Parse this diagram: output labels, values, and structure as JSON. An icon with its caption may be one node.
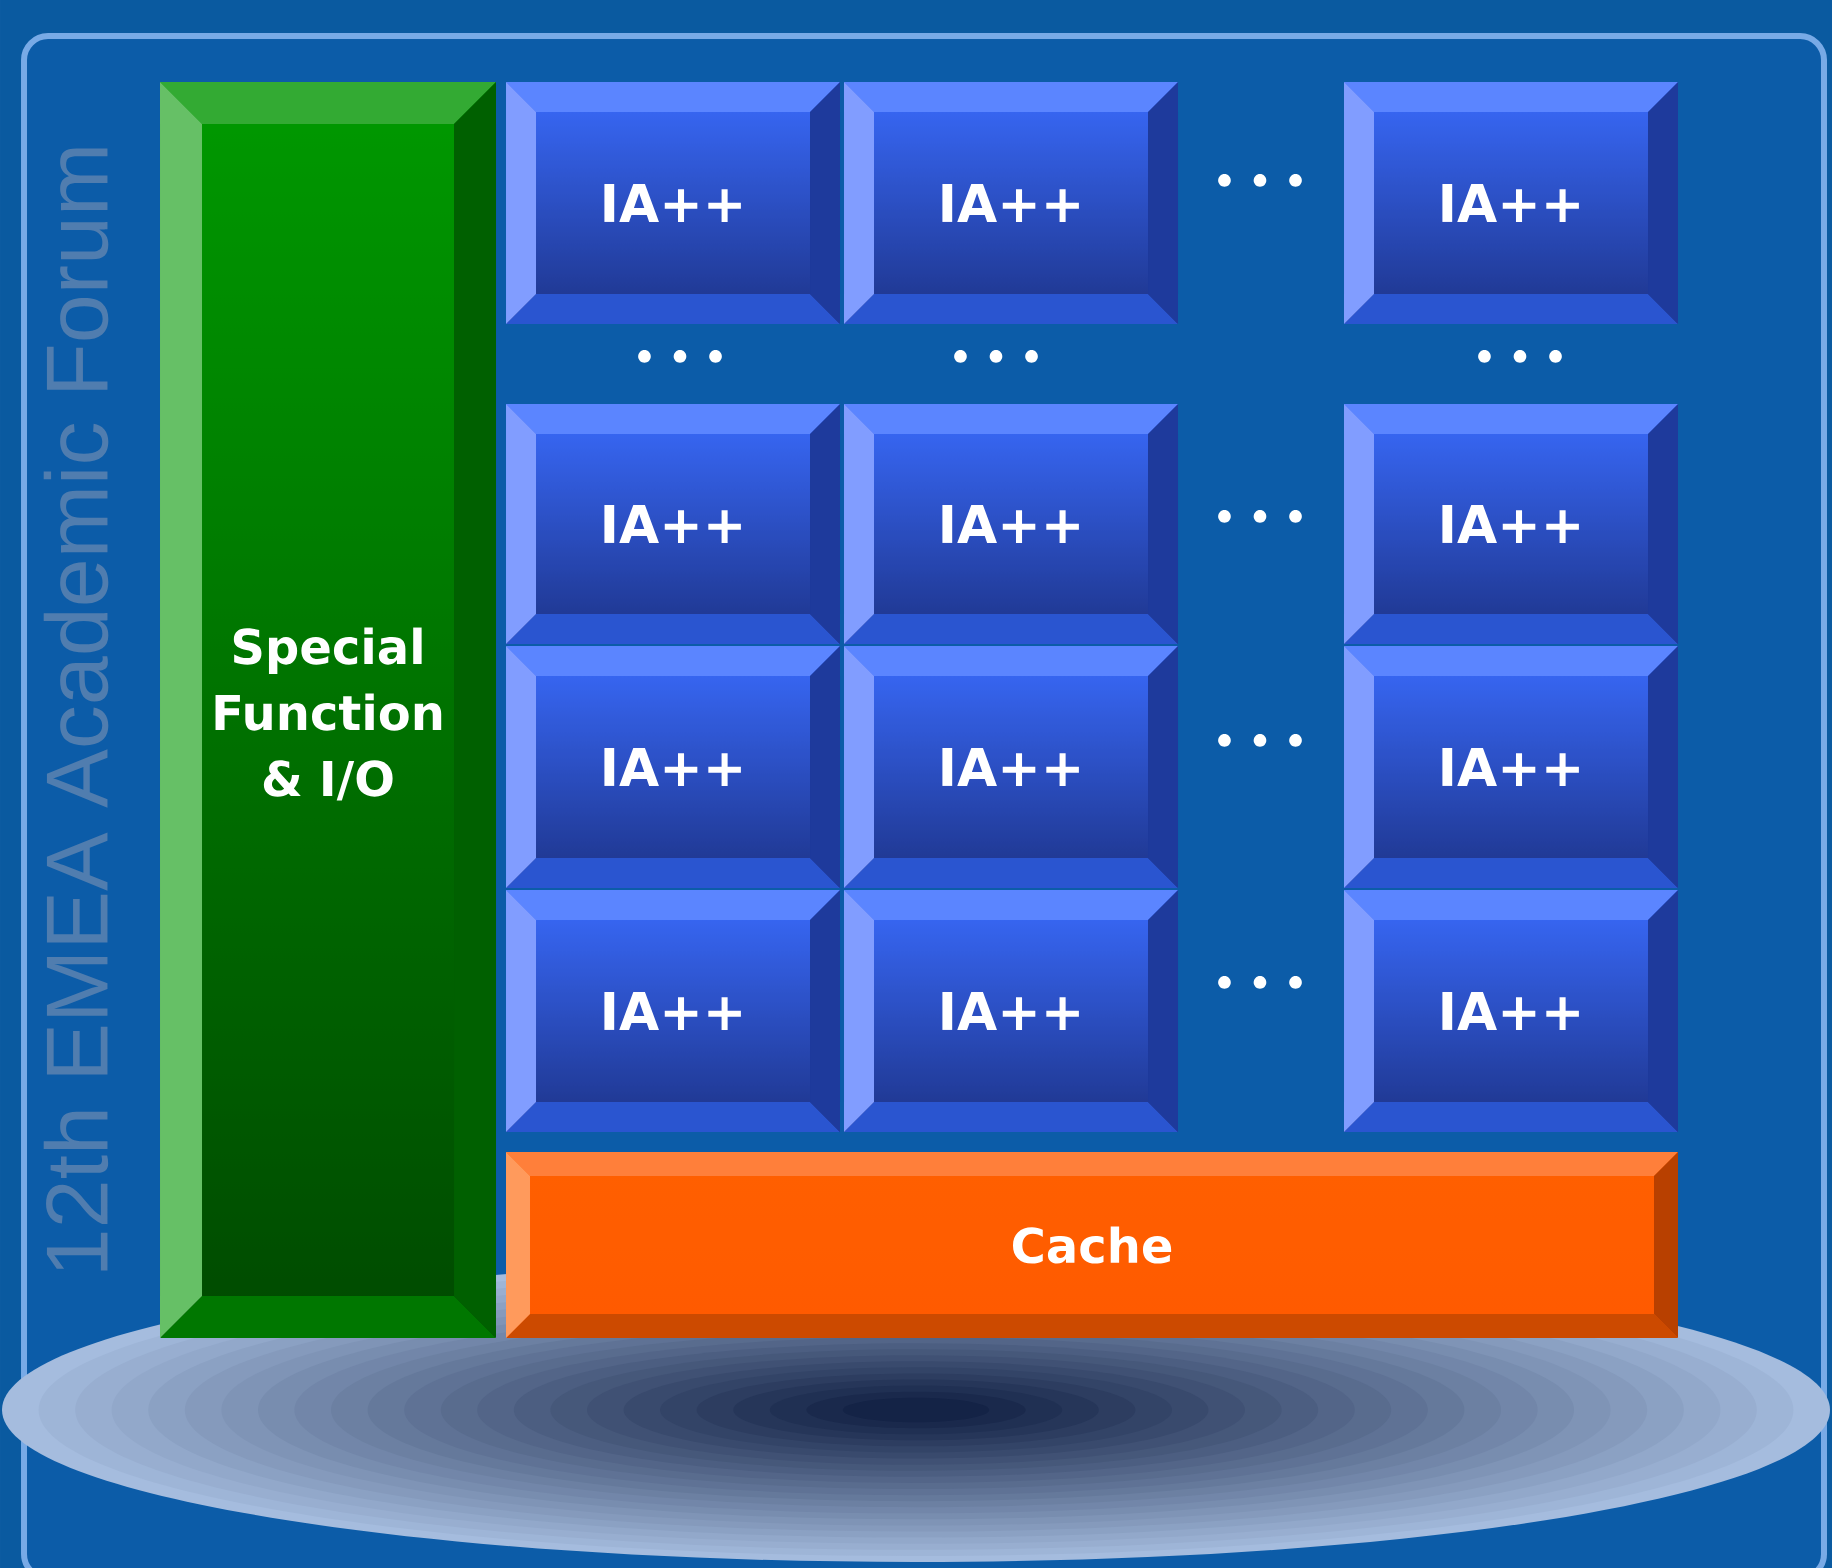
{
  "diagram": {
    "nodes": [
      {
        "text": [
          "Special Function & I/O"
        ]
      },
      {
        "text": [
          "IA++"
        ]
      },
      {
        "text": [
          "IA++"
        ]
      },
      {
        "text": [
          "IA++"
        ]
      },
      {
        "text": [
          "IA++"
        ]
      },
      {
        "text": [
          "IA++"
        ]
      },
      {
        "text": [
          "IA++"
        ]
      },
      {
        "text": [
          "IA++"
        ]
      },
      {
        "text": [
          "IA++"
        ]
      },
      {
        "text": [
          "IA++"
        ]
      },
      {
        "text": [
          "IA++"
        ]
      },
      {
        "text": [
          "IA++"
        ]
      },
      {
        "text": [
          "IA++"
        ]
      },
      {
        "text": [
          "Cache"
        ]
      }
    ],
    "edges": [],
    "labels": [
      "12th EMEA Academic Forum",
      "• • •",
      "• • •",
      "• • •",
      "• • •",
      "• • •",
      "• • •",
      "• • •"
    ]
  }
}
